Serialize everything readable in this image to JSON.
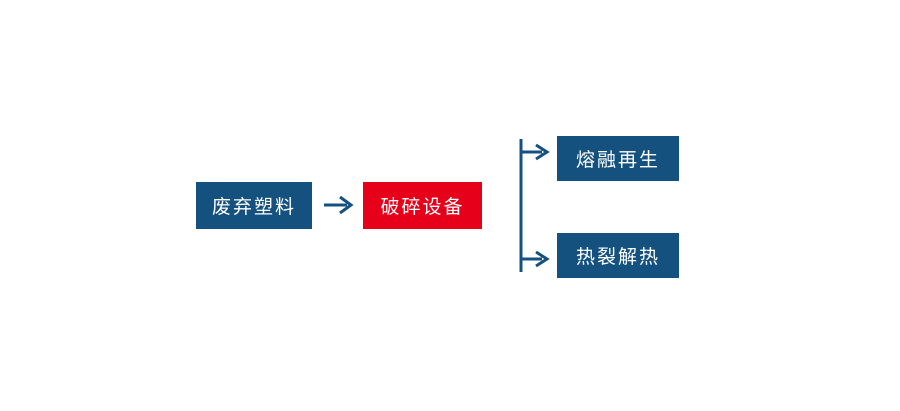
{
  "flowchart": {
    "source": {
      "label": "废弃塑料"
    },
    "process": {
      "label": "破碎设备"
    },
    "outputs": [
      {
        "label": "熔融再生"
      },
      {
        "label": "热裂解热"
      }
    ],
    "colors": {
      "node_blue": "#15517f",
      "node_red": "#e60019",
      "arrow": "#15517f",
      "text": "#ffffff",
      "background": "#ffffff"
    }
  }
}
